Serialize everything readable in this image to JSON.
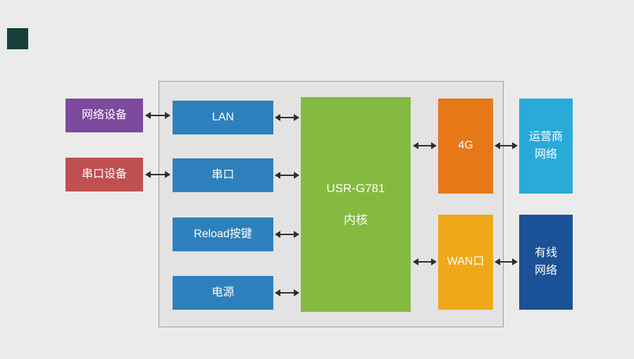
{
  "colors": {
    "page_background": "#ebebeb",
    "boundary_fill": "#e3e3e3",
    "boundary_border": "#a0a0a0",
    "arrow": "#2e2e2e",
    "corner_square": "#16403a"
  },
  "nodes": {
    "network_device": {
      "label": "网络设备",
      "color": "#7d4a9d"
    },
    "serial_device": {
      "label": "串口设备",
      "color": "#bf5050"
    },
    "lan": {
      "label": "LAN",
      "color": "#2e80bc"
    },
    "serial_port": {
      "label": "串口",
      "color": "#2e80bc"
    },
    "reload_button": {
      "label": "Reload按键",
      "color": "#2e80bc"
    },
    "power": {
      "label": "电源",
      "color": "#2e80bc"
    },
    "core": {
      "line1": "USR-G781",
      "line2": "内核",
      "color": "#85ba40"
    },
    "modem_4g": {
      "label": "4G",
      "color": "#e67817"
    },
    "wan_port": {
      "label": "WAN口",
      "color": "#efa818"
    },
    "carrier_network": {
      "line1": "运营商",
      "line2": "网络",
      "color": "#29aad8"
    },
    "wired_network": {
      "line1": "有线",
      "line2": "网络",
      "color": "#1b5196"
    }
  },
  "connections": [
    {
      "from": "网络设备",
      "to": "LAN",
      "bidirectional": true
    },
    {
      "from": "串口设备",
      "to": "串口",
      "bidirectional": true
    },
    {
      "from": "LAN",
      "to": "USR-G781 内核",
      "bidirectional": true
    },
    {
      "from": "串口",
      "to": "USR-G781 内核",
      "bidirectional": true
    },
    {
      "from": "Reload按键",
      "to": "USR-G781 内核",
      "bidirectional": true
    },
    {
      "from": "电源",
      "to": "USR-G781 内核",
      "bidirectional": true
    },
    {
      "from": "USR-G781 内核",
      "to": "4G",
      "bidirectional": true
    },
    {
      "from": "USR-G781 内核",
      "to": "WAN口",
      "bidirectional": true
    },
    {
      "from": "4G",
      "to": "运营商网络",
      "bidirectional": true
    },
    {
      "from": "WAN口",
      "to": "有线网络",
      "bidirectional": true
    }
  ]
}
